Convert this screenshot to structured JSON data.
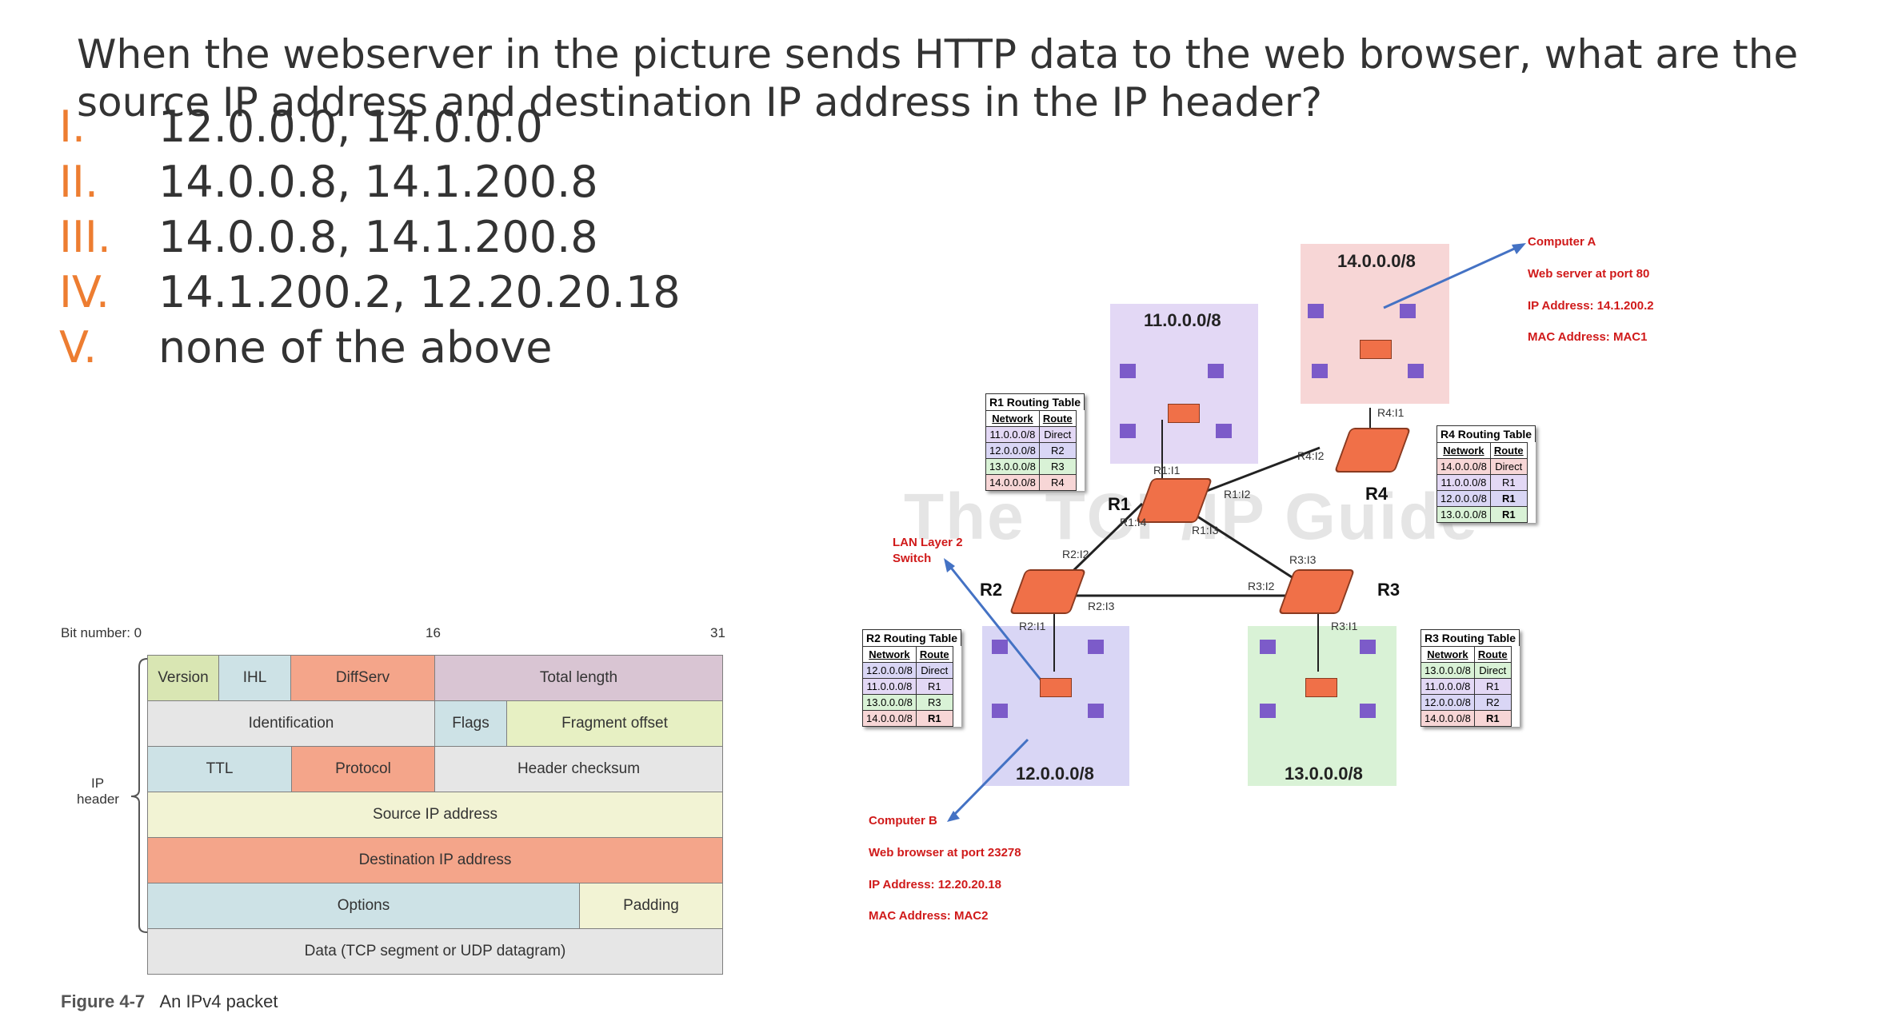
{
  "question": "When the webserver in the picture sends HTTP data to the web browser, what are the source IP address and destination IP address in the IP header?",
  "options": [
    {
      "num": "I.",
      "text": "12.0.0.0, 14.0.0.0"
    },
    {
      "num": "II.",
      "text": "14.0.0.8, 14.1.200.8"
    },
    {
      "num": "III.",
      "text": "14.0.0.8, 14.1.200.8"
    },
    {
      "num": "IV.",
      "text": "14.1.200.2, 12.20.20.18"
    },
    {
      "num": "V.",
      "text": "none of the above"
    }
  ],
  "ip_figure": {
    "bit_number_label": "Bit number: 0",
    "bit_16": "16",
    "bit_31": "31",
    "side_label_1": "IP",
    "side_label_2": "header",
    "fields": {
      "version": "Version",
      "ihl": "IHL",
      "diffserv": "DiffServ",
      "total_length": "Total length",
      "identification": "Identification",
      "flags": "Flags",
      "fragment_offset": "Fragment offset",
      "ttl": "TTL",
      "protocol": "Protocol",
      "header_checksum": "Header checksum",
      "source_ip": "Source IP address",
      "dest_ip": "Destination IP address",
      "options": "Options",
      "padding": "Padding",
      "data": "Data (TCP segment or UDP datagram)"
    },
    "caption_num": "Figure 4-7",
    "caption_text": "An IPv4 packet",
    "colors": {
      "green": "#d9e6b3",
      "blue": "#cde2e6",
      "salmon": "#f4a58a",
      "mauve": "#d9c5d3",
      "gray": "#e6e6e6",
      "yellow": "#f2f3d4",
      "light_green": "#e7f0c3"
    }
  },
  "network": {
    "networks": {
      "n11": "11.0.0.0/8",
      "n12": "12.0.0.0/8",
      "n13": "13.0.0.0/8",
      "n14": "14.0.0.0/8"
    },
    "routers": {
      "r1": "R1",
      "r2": "R2",
      "r3": "R3",
      "r4": "R4"
    },
    "interfaces": {
      "r1i1": "R1:I1",
      "r1i2": "R1:I2",
      "r1i3": "R1:I3",
      "r1i4": "R1:I4",
      "r2i1": "R2:I1",
      "r2i2": "R2:I2",
      "r2i3": "R2:I3",
      "r3i1": "R3:I1",
      "r3i2": "R3:I2",
      "r3i3": "R3:I3",
      "r4i1": "R4:I1",
      "r4i2": "R4:I2"
    },
    "computer_a": {
      "title": "Computer A",
      "line1": "Web server at port 80",
      "line2": "IP Address: 14.1.200.2",
      "line3": "MAC Address: MAC1"
    },
    "computer_b": {
      "title": "Computer B",
      "line1": "Web browser at port 23278",
      "line2": "IP Address: 12.20.20.18",
      "line3": "MAC Address: MAC2"
    },
    "lan_switch_1": "LAN Layer 2",
    "lan_switch_2": "Switch",
    "watermark": "The TCP/IP Guide",
    "tables": {
      "r1": {
        "title": "R1 Routing Table",
        "h1": "Network",
        "h2": "Route",
        "rows": [
          [
            "11.0.0.0/8",
            "Direct"
          ],
          [
            "12.0.0.0/8",
            "R2"
          ],
          [
            "13.0.0.0/8",
            "R3"
          ],
          [
            "14.0.0.0/8",
            "R4"
          ]
        ]
      },
      "r2": {
        "title": "R2 Routing Table",
        "h1": "Network",
        "h2": "Route",
        "rows": [
          [
            "12.0.0.0/8",
            "Direct"
          ],
          [
            "11.0.0.0/8",
            "R1"
          ],
          [
            "13.0.0.0/8",
            "R3"
          ],
          [
            "14.0.0.0/8",
            "R1"
          ]
        ]
      },
      "r3": {
        "title": "R3 Routing Table",
        "h1": "Network",
        "h2": "Route",
        "rows": [
          [
            "13.0.0.0/8",
            "Direct"
          ],
          [
            "11.0.0.0/8",
            "R1"
          ],
          [
            "12.0.0.0/8",
            "R2"
          ],
          [
            "14.0.0.0/8",
            "R1"
          ]
        ]
      },
      "r4": {
        "title": "R4 Routing Table",
        "h1": "Network",
        "h2": "Route",
        "rows": [
          [
            "14.0.0.0/8",
            "Direct"
          ],
          [
            "11.0.0.0/8",
            "R1"
          ],
          [
            "12.0.0.0/8",
            "R1"
          ],
          [
            "13.0.0.0/8",
            "R1"
          ]
        ]
      }
    },
    "colors": {
      "net11": "#e3d8f5",
      "net12": "#d9d6f5",
      "net13": "#d9f2d6",
      "net14": "#f7d6d6",
      "router": "#f07048",
      "pc": "#7c5bc9",
      "arrow": "#4472c4",
      "red_text": "#d01a1a"
    }
  }
}
